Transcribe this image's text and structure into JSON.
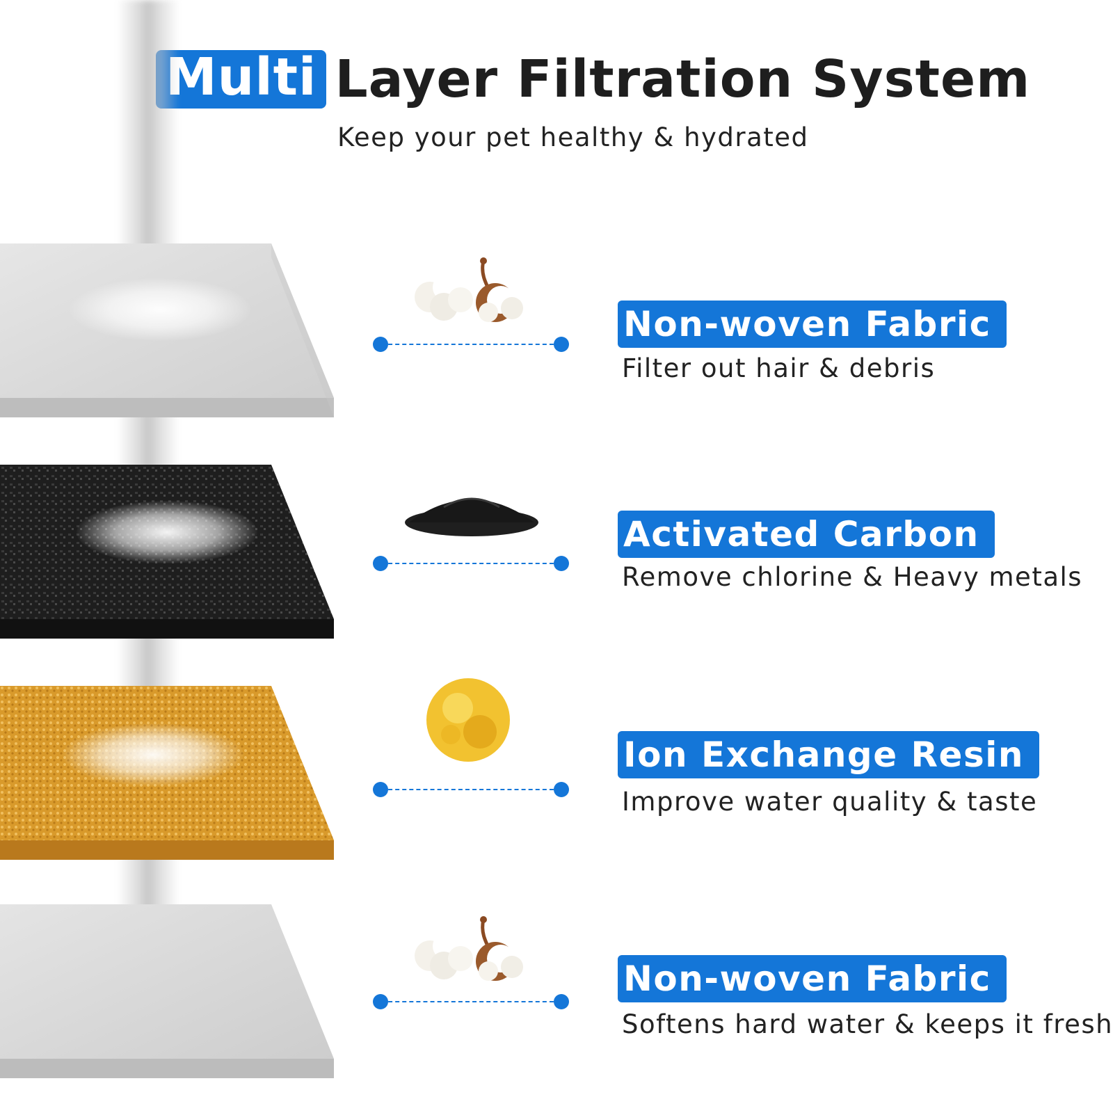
{
  "header": {
    "title_highlight": "Multi",
    "title_rest": "Layer Filtration System",
    "subtitle": "Keep your pet healthy & hydrated"
  },
  "colors": {
    "accent": "#1476d8",
    "fabric": "#dcdcdc",
    "carbon": "#1c1c1c",
    "resin": "#d99a2b"
  },
  "layers": [
    {
      "name": "Non-woven Fabric",
      "description": "Filter out hair & debris",
      "material_icon": "cotton-icon"
    },
    {
      "name": "Activated Carbon",
      "description": "Remove chlorine & Heavy metals",
      "material_icon": "carbon-granules-icon"
    },
    {
      "name": "Ion Exchange Resin",
      "description": "Improve water quality & taste",
      "material_icon": "resin-beads-icon"
    },
    {
      "name": "Non-woven Fabric",
      "description": "Softens hard water & keeps it fresh",
      "material_icon": "cotton-icon"
    }
  ]
}
